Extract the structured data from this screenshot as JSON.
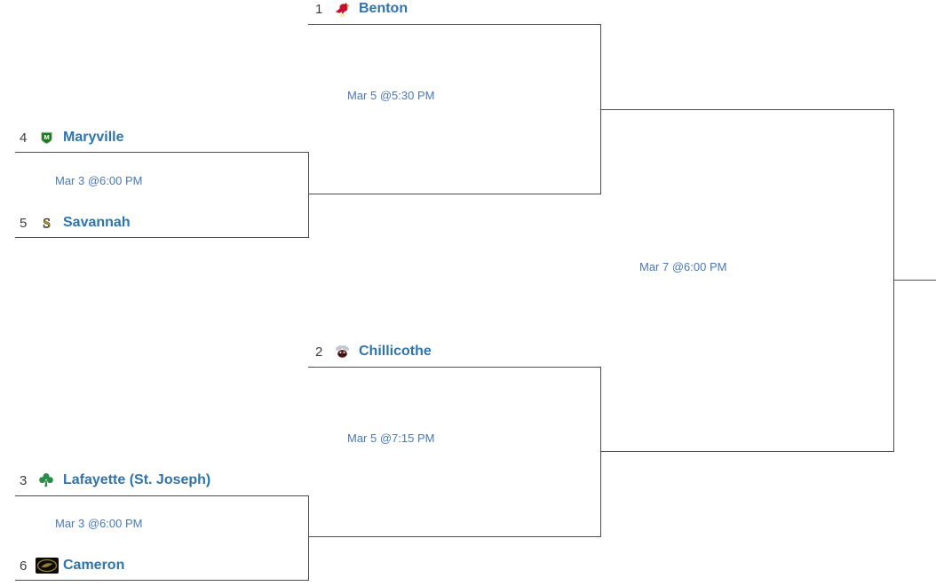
{
  "colors": {
    "line": "#4d4d4d",
    "team_name": "#2e74ae",
    "seed": "#3d3d3d",
    "game_time": "#4a78b8",
    "background": "#ffffff"
  },
  "bracket": {
    "final": {
      "time": "Mar 7 @6:00 PM"
    },
    "semifinals": [
      {
        "time": "Mar 5 @5:30 PM",
        "team": {
          "seed": "1",
          "name": "Benton",
          "icon": "cardinal-mascot-icon"
        }
      },
      {
        "time": "Mar 5 @7:15 PM",
        "team": {
          "seed": "2",
          "name": "Chillicothe",
          "icon": "hornet-mascot-icon"
        }
      }
    ],
    "first_round": [
      {
        "time": "Mar 3 @6:00 PM",
        "top": {
          "seed": "4",
          "name": "Maryville",
          "icon": "maryville-shield-icon"
        },
        "bottom": {
          "seed": "5",
          "name": "Savannah",
          "icon": "savannah-gold-s-icon"
        }
      },
      {
        "time": "Mar 3 @6:00 PM",
        "top": {
          "seed": "3",
          "name": "Lafayette (St. Joseph)",
          "icon": "shamrock-icon"
        },
        "bottom": {
          "seed": "6",
          "name": "Cameron",
          "icon": "cameron-dragon-icon"
        }
      }
    ]
  }
}
